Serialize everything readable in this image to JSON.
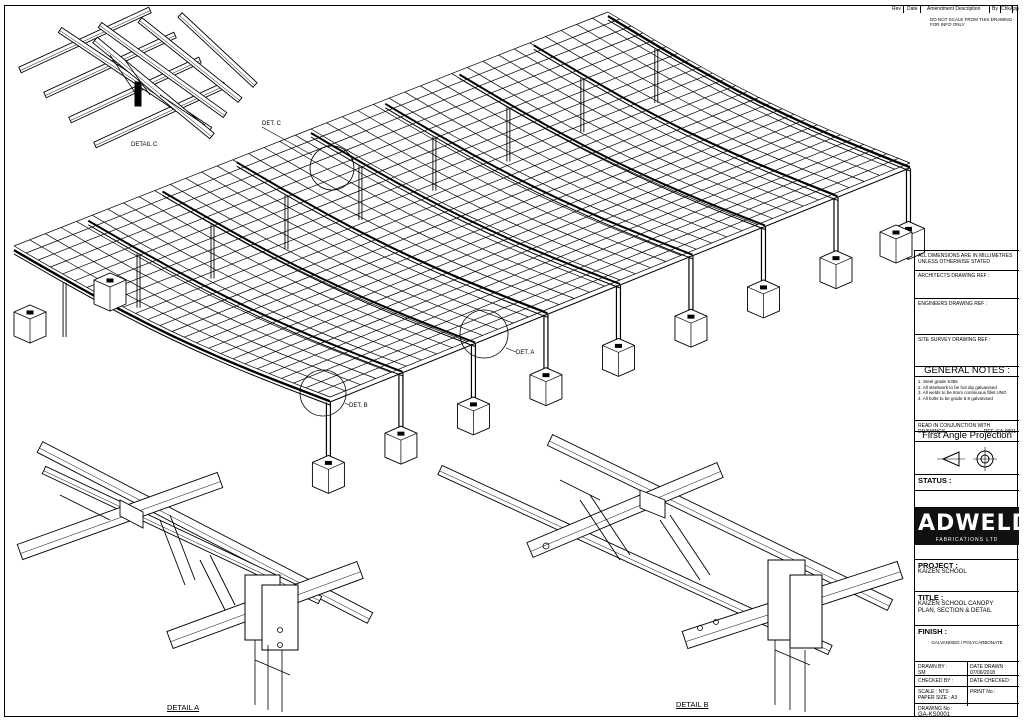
{
  "header": {
    "rev_label": "Rev",
    "date_label": "Date",
    "amendment_label": "Amendment Description",
    "by_label": "By",
    "chk_label": "Chk",
    "app_label": "App",
    "note": "DO NOT SCALE FROM THIS DRAWING - FOR INFO ONLY"
  },
  "details": {
    "top_left": "DETAIL C",
    "label_c": "DET. C",
    "label_a": "DET. A",
    "label_b": "DET. B",
    "detail_a": "DETAIL A",
    "detail_b": "DETAIL B"
  },
  "title_block": {
    "n1": "ALL DIMENSIONS ARE IN MILLIMETRES UNLESS OTHERWISE STATED",
    "n2": "ARCHITECTS DRAWING REF :",
    "n3": "ENGINEERS DRAWING REF :",
    "n4": "SITE SURVEY DRAWING REF :",
    "general_notes": "GENERAL NOTES :",
    "gn_text": "1. Steel grade S355\n2. All steelwork to be hot dip galvanised\n3. All welds to be 6mm continuous fillet UNO\n4. All bolts to be grade 8.8 galvanised",
    "read_in_conj": "READ IN CONJUNCTION WITH DRAWINGS",
    "read_ref": "REF. GA-0001",
    "first_angle": "First Angle Projection",
    "status": "STATUS :",
    "logo": "ADWELD",
    "logo_sub": "FABRICATIONS LTD",
    "project_label": "PROJECT :",
    "project": "KAIZEN SCHOOL",
    "title_label": "TITLE :",
    "title_1": "KAIZEN SCHOOL CANOPY",
    "title_2": "PLAN, SECTION & DETAIL",
    "finish_label": "FINISH :",
    "finish": "GALVANISED / POLYCARBONATE",
    "drawn_by": "DRAWN BY :",
    "drawn_val": "SM",
    "date_drawn": "DATE DRAWN :",
    "date_drawn_val": "07/06/2018",
    "checked_by": "CHECKED BY :",
    "date_checked": "DATE CHECKED :",
    "scale": "SCALE :",
    "scale_val": "NTS",
    "paper": "PAPER SIZE :",
    "paper_val": "A3",
    "print_no": "PRINT No :",
    "dwg_no_label": "DRAWING No :",
    "dwg_no": "GA-KS0001"
  }
}
